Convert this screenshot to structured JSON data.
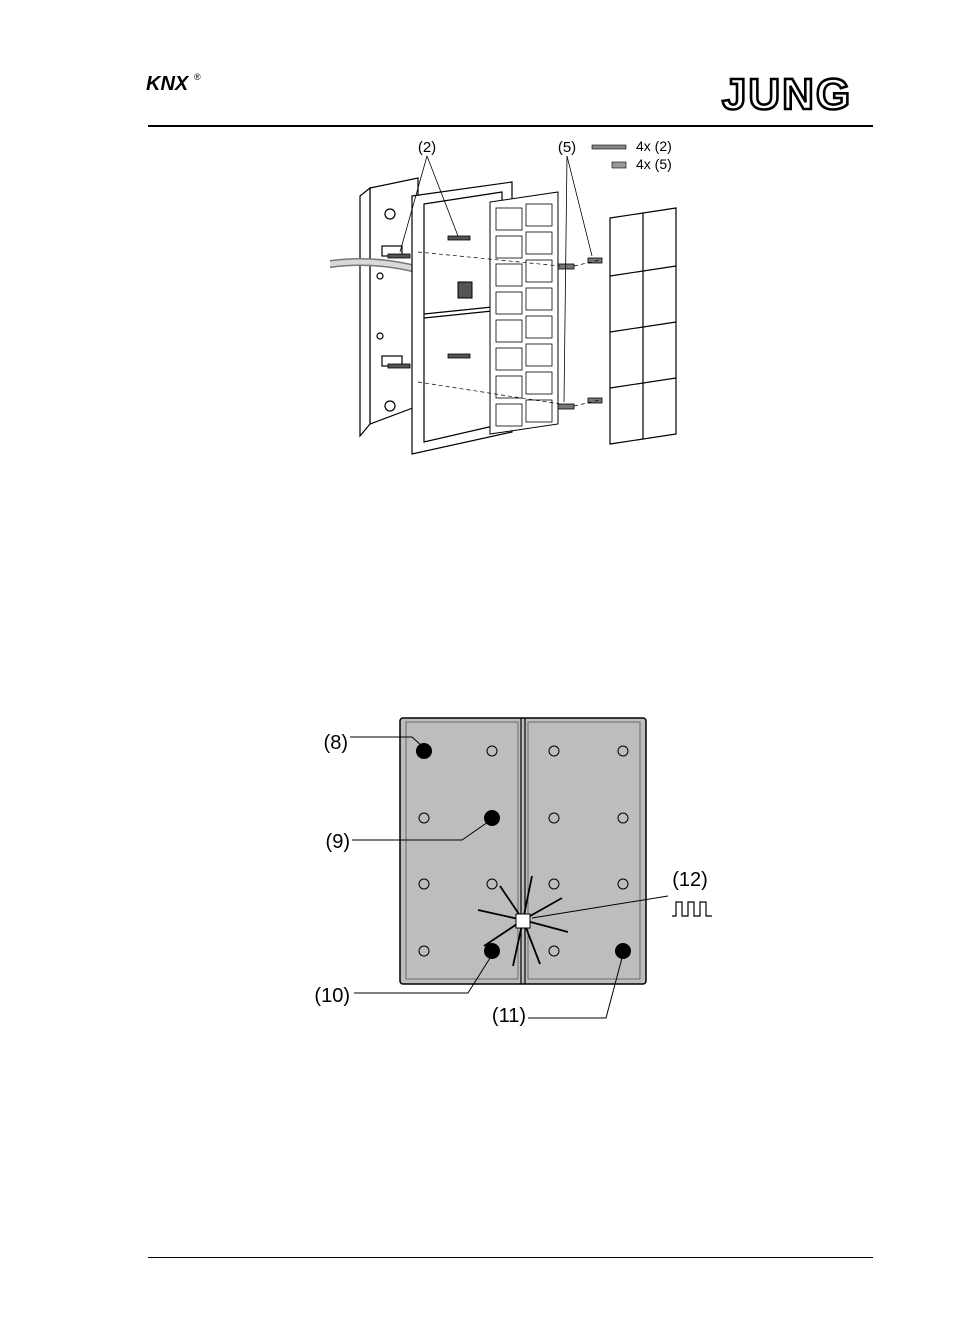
{
  "header": {
    "knx_logo_text": "KNX",
    "knx_registered": "®",
    "brand_logo_text": "JUNG"
  },
  "figure_assembly": {
    "label_frame_screws": "(2)",
    "label_fastening_screws": "(5)",
    "legend_screws_2": "4x (2)",
    "legend_screws_5": "4x (5)"
  },
  "figure_buttons": {
    "label_8": "(8)",
    "label_9": "(9)",
    "label_10": "(10)",
    "label_11": "(11)",
    "label_12": "(12)"
  },
  "colors": {
    "panel_gray": "#bdbdbd",
    "line": "#000000"
  }
}
